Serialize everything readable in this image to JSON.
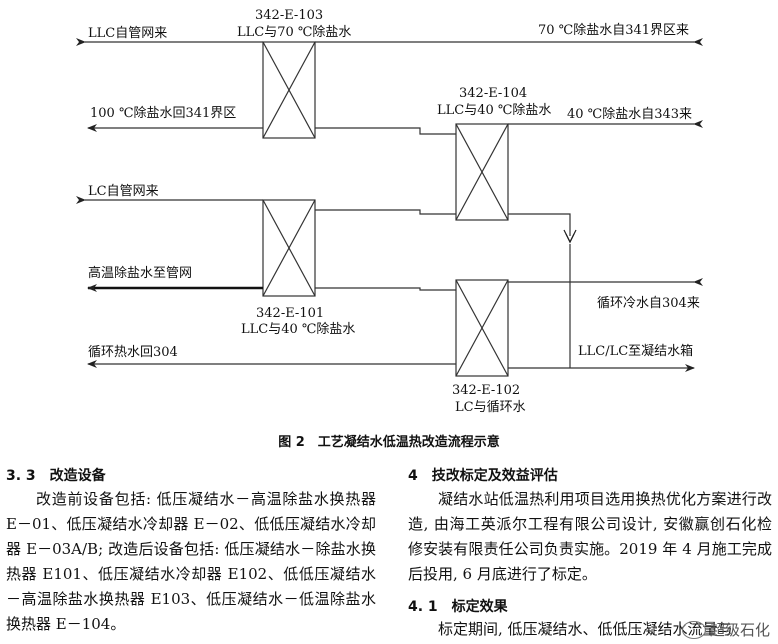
{
  "figure": {
    "caption": "图 2　工艺凝结水低温热改造流程示意",
    "exchangers": [
      {
        "tag": "342-E-103",
        "desc": "LLC与70 ℃除盐水"
      },
      {
        "tag": "342-E-104",
        "desc": "LLC与40 ℃除盐水"
      },
      {
        "tag": "342-E-101",
        "desc": "LLC与40 ℃除盐水"
      },
      {
        "tag": "342-E-102",
        "desc": "LC与循环水"
      }
    ],
    "streams": {
      "llc_in": "LLC自管网来",
      "dw100_out": "100 ℃除盐水回341界区",
      "lc_in": "LC自管网来",
      "htdw_out": "高温除盐水至管网",
      "cw_return": "循环热水回304",
      "dw70_in": "70 ℃除盐水自341界区来",
      "dw40_in": "40 ℃除盐水自343来",
      "cw_in": "循环冷水自304来",
      "to_tank": "LLC/LC至凝结水箱"
    }
  },
  "left": {
    "heading": "3. 3　改造设备",
    "body": "改造前设备包括: 低压凝结水－高温除盐水换热器 E－01、低压凝结水冷却器 E－02、低低压凝结水冷却器 E－03A/B; 改造后设备包括: 低压凝结水－除盐水换热器 E101、低压凝结水冷却器 E102、低低压凝结水－高温除盐水换热器 E103、低压凝结水－低温除盐水换热器 E－104。"
  },
  "right": {
    "heading": "4　技改标定及效益评估",
    "body": "凝结水站低温热利用项目选用换热优化方案进行改造, 由海工英派尔工程有限公司设计, 安徽赢创石化检修安装有限责任公司负责实施。2019 年 4 月施工完成后投用, 6 月底进行了标定。",
    "sub_heading": "4. 1　标定效果",
    "sub_body": "标定期间, 低压凝结水、低低压凝结水流量与"
  },
  "watermark": "超级石化"
}
